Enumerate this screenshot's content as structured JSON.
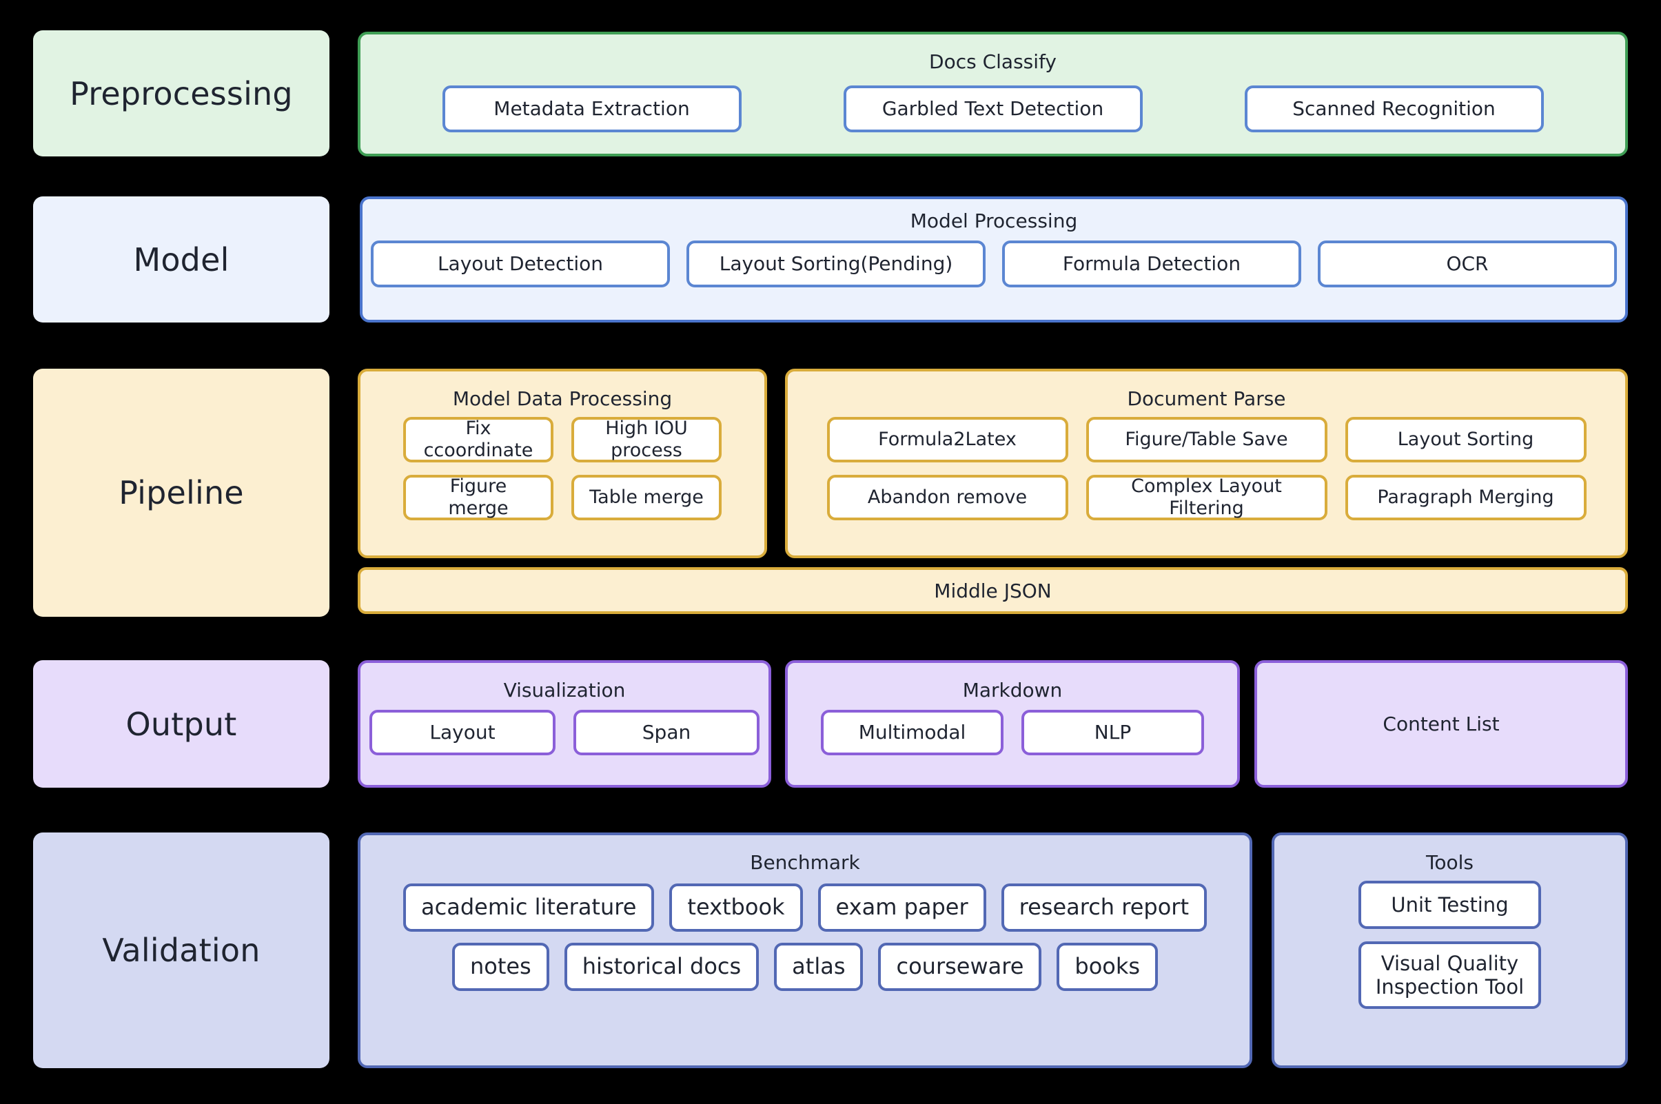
{
  "diagram": {
    "rows": [
      {
        "id": "preprocessing",
        "stage_label": "Preprocessing",
        "accent": "#3f9e55",
        "fill": "#e1f3e3",
        "groups": [
          {
            "title": "Docs Classify",
            "chips": [
              "Metadata Extraction",
              "Garbled Text Detection",
              "Scanned Recognition"
            ]
          }
        ]
      },
      {
        "id": "model",
        "stage_label": "Model",
        "accent": "#4a74cc",
        "fill": "#ecf2fd",
        "groups": [
          {
            "title": "Model Processing",
            "chips": [
              "Layout Detection",
              "Layout Sorting(Pending)",
              "Formula Detection",
              "OCR"
            ]
          }
        ]
      },
      {
        "id": "pipeline",
        "stage_label": "Pipeline",
        "accent": "#d9ac3b",
        "fill": "#fcefd1",
        "groups": [
          {
            "title": "Model Data Processing",
            "chips": [
              "Fix ccoordinate",
              "High IOU process",
              "Figure merge",
              "Table merge"
            ]
          },
          {
            "title": "Document Parse",
            "chips": [
              "Formula2Latex",
              "Figure/Table Save",
              "Layout Sorting",
              "Abandon remove",
              "Complex Layout Filtering",
              "Paragraph Merging"
            ]
          }
        ],
        "band": "Middle JSON"
      },
      {
        "id": "output",
        "stage_label": "Output",
        "accent": "#8b5fd9",
        "fill": "#e7dcfb",
        "groups": [
          {
            "title": "Visualization",
            "chips": [
              "Layout",
              "Span"
            ]
          },
          {
            "title": "Markdown",
            "chips": [
              "Multimodal",
              "NLP"
            ]
          },
          {
            "title": "Content List",
            "chips": []
          }
        ]
      },
      {
        "id": "validation",
        "stage_label": "Validation",
        "accent": "#5268b4",
        "fill": "#d4d9f2",
        "groups": [
          {
            "title": "Benchmark",
            "chips": [
              "academic literature",
              "textbook",
              "exam paper",
              "research report",
              "notes",
              "historical docs",
              "atlas",
              "courseware",
              "books"
            ]
          },
          {
            "title": "Tools",
            "chips": [
              "Unit Testing",
              "Visual Quality Inspection Tool"
            ]
          }
        ]
      }
    ]
  }
}
